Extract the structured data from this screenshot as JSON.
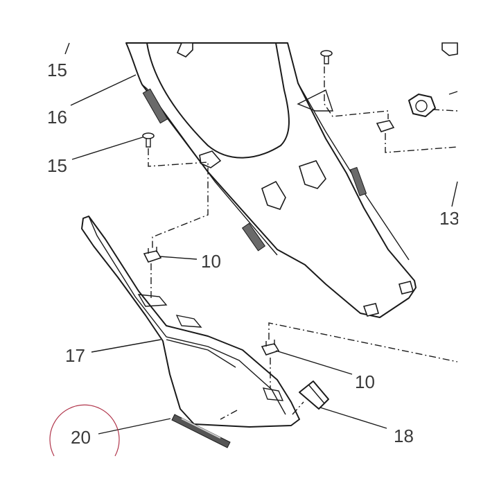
{
  "callouts": {
    "c15a": "15",
    "c16": "16",
    "c15b": "15",
    "c13": "13",
    "c10a": "10",
    "c17": "17",
    "c10b": "10",
    "c20": "20",
    "c18": "18"
  },
  "colors": {
    "line": "#1a1a1a",
    "label": "#3a3a3a",
    "highlight_circle": "#b0344a",
    "strip": "#555555"
  }
}
